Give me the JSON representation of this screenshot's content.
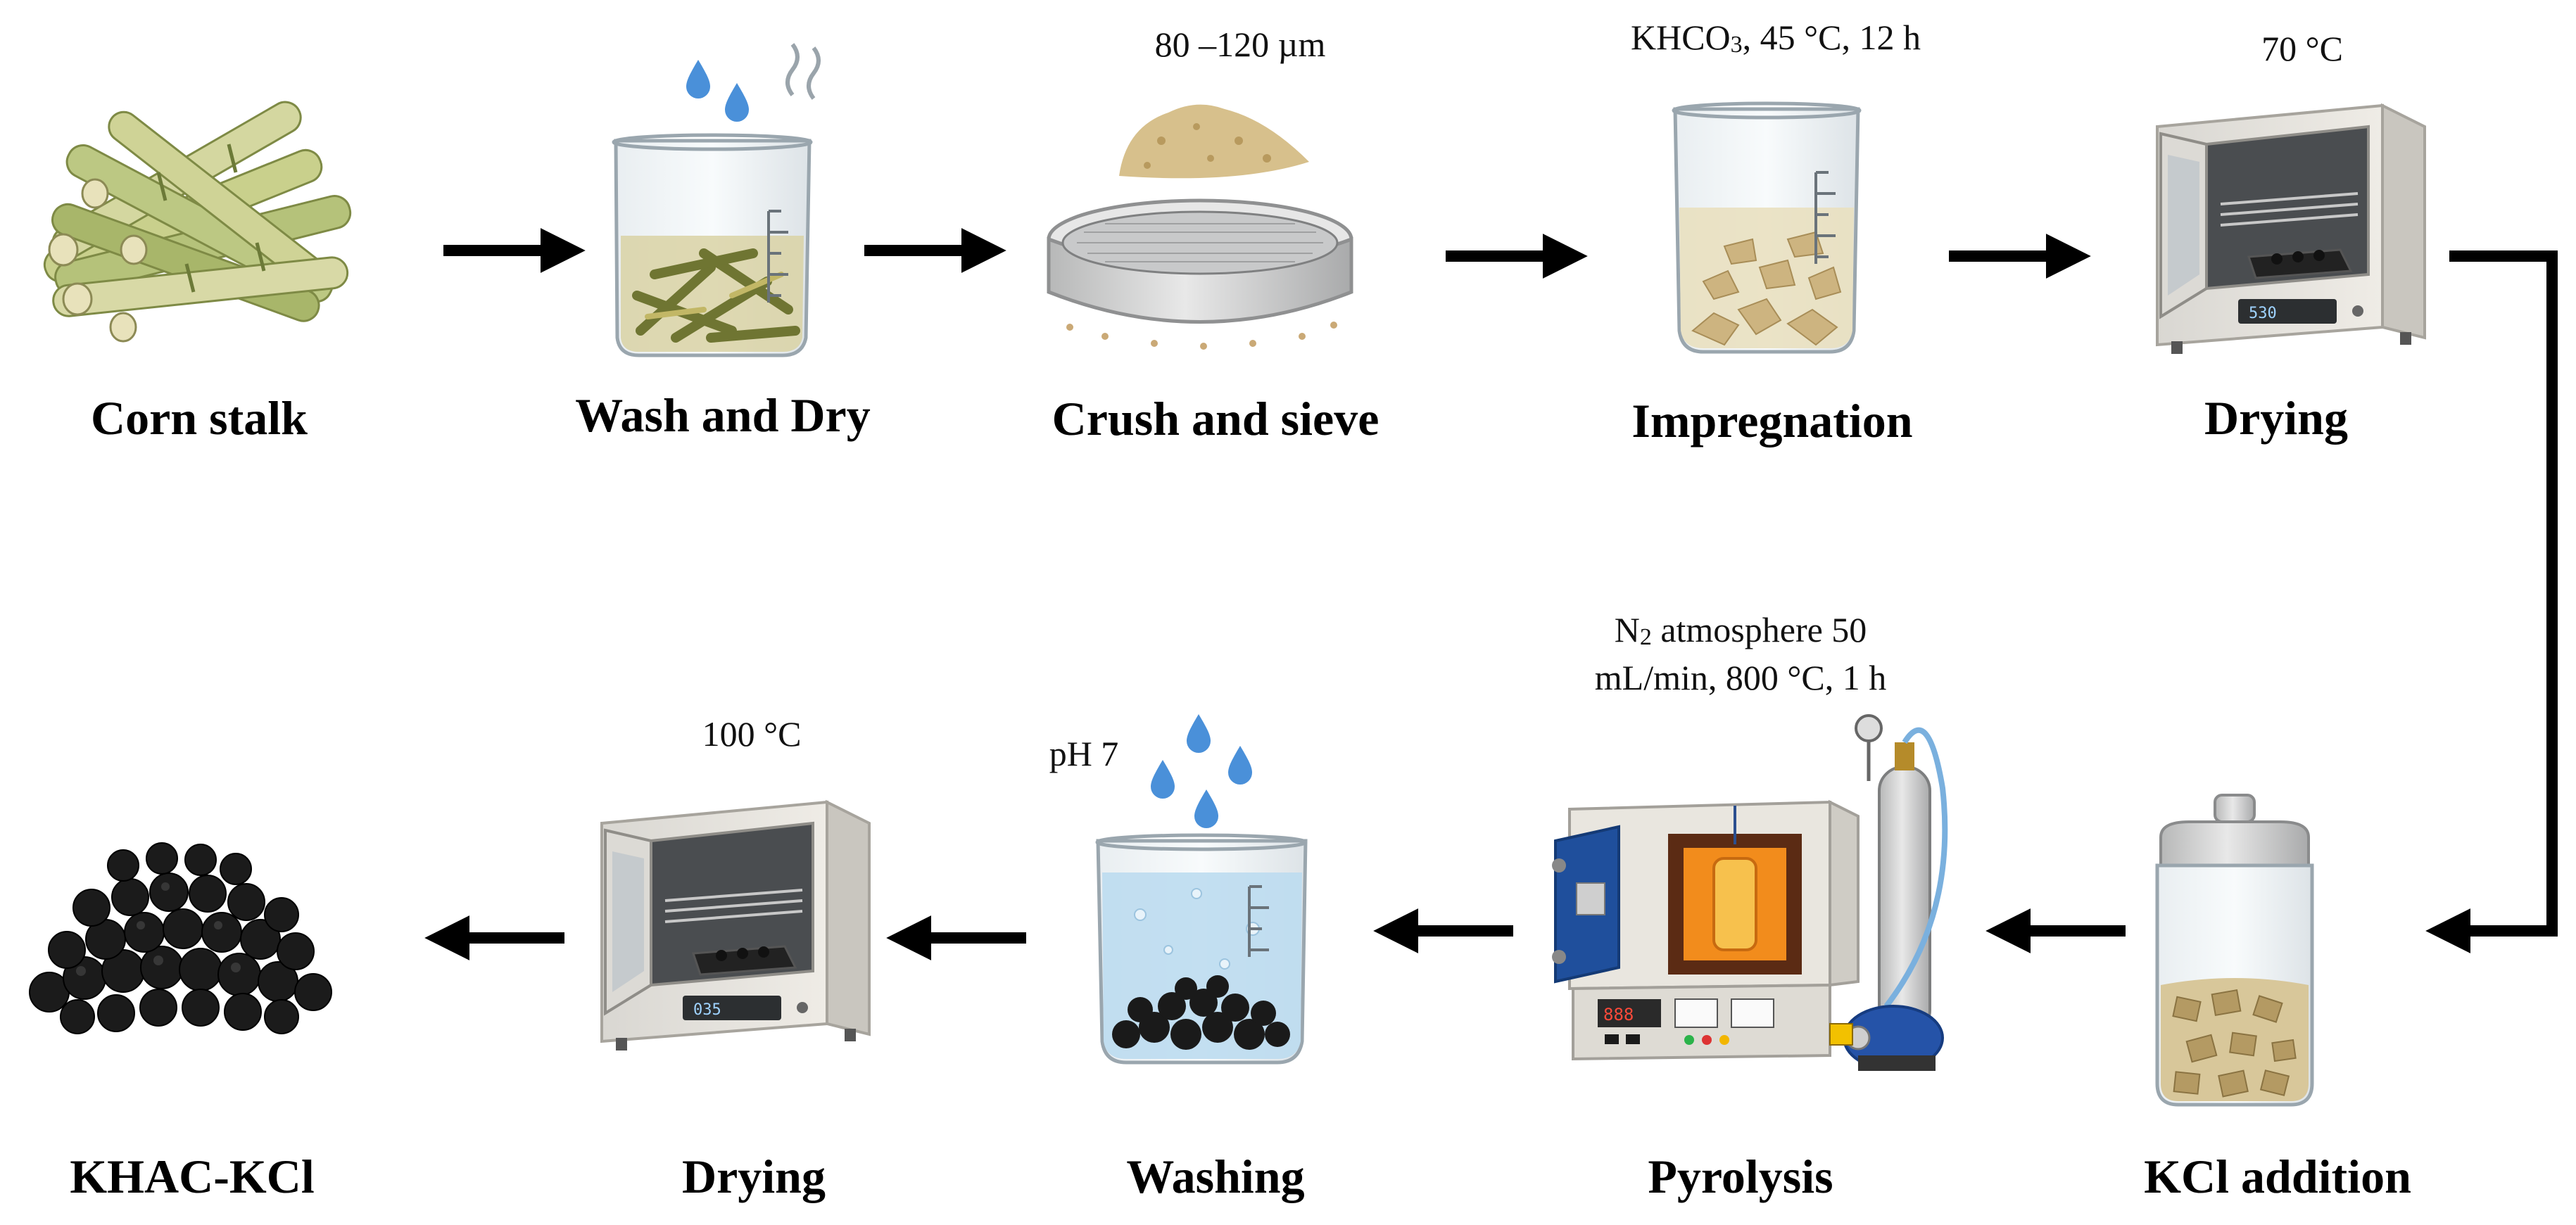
{
  "steps": {
    "s1": {
      "label": "Corn stalk",
      "icon": "corn-stalk-icon"
    },
    "s2": {
      "label": "Wash and Dry",
      "icon": "beaker-with-stalks-icon"
    },
    "s3": {
      "label": "Crush and sieve",
      "icon": "sieve-icon",
      "note": "80 –120 µm"
    },
    "s4": {
      "label": "Impregnation",
      "icon": "impregnation-beaker-icon",
      "note": {
        "a": "KHCO",
        "sub": "3",
        "b": ", 45 °C, 12 h"
      }
    },
    "s5": {
      "label": "Drying",
      "icon": "drying-oven-icon",
      "note": "70 °C"
    },
    "s6": {
      "label": "KCl addition",
      "icon": "kcl-jar-icon"
    },
    "s7": {
      "label": "Pyrolysis",
      "icon": "tube-furnace-icon",
      "note": {
        "a": "N",
        "sub": "2",
        "b": " atmosphere 50",
        "line2": "mL/min, 800 °C, 1 h"
      }
    },
    "s8": {
      "label": "Washing",
      "icon": "washing-beaker-icon",
      "note": "pH 7"
    },
    "s9": {
      "label": "Drying",
      "icon": "drying-oven-icon",
      "note": "100 °C"
    },
    "s10": {
      "label": "KHAC-KCl",
      "icon": "carbon-pellets-icon"
    }
  },
  "colors": {
    "arrow": "#000000",
    "stalk_green": "#b5c27a",
    "carbon": "#1a1a1a",
    "water": "#bcdcef",
    "steel": "#cfd0d0"
  }
}
